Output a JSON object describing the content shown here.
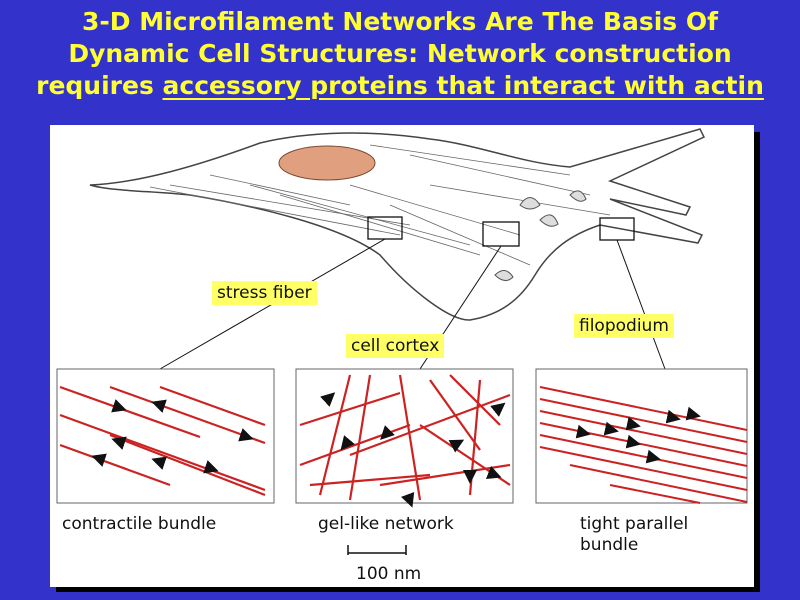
{
  "title": {
    "line1": "3-D Microfilament Networks Are The Basis Of",
    "line2": "Dynamic Cell Structures: Network construction",
    "line3_prefix": "requires ",
    "line3_underlined": "accessory proteins that interact with actin"
  },
  "labels": {
    "stress_fiber": "stress fiber",
    "cell_cortex": "cell cortex",
    "filopodium": "filopodium"
  },
  "captions": {
    "contractile": "contractile bundle",
    "gel": "gel-like network",
    "tight_line1": "tight parallel",
    "tight_line2": "bundle"
  },
  "scale_bar": {
    "label": "100 nm"
  },
  "colors": {
    "background": "#3333cc",
    "title": "#ffff33",
    "callout": "#ffff66",
    "filament": "#cc2222",
    "nucleus": "#e0a080"
  }
}
